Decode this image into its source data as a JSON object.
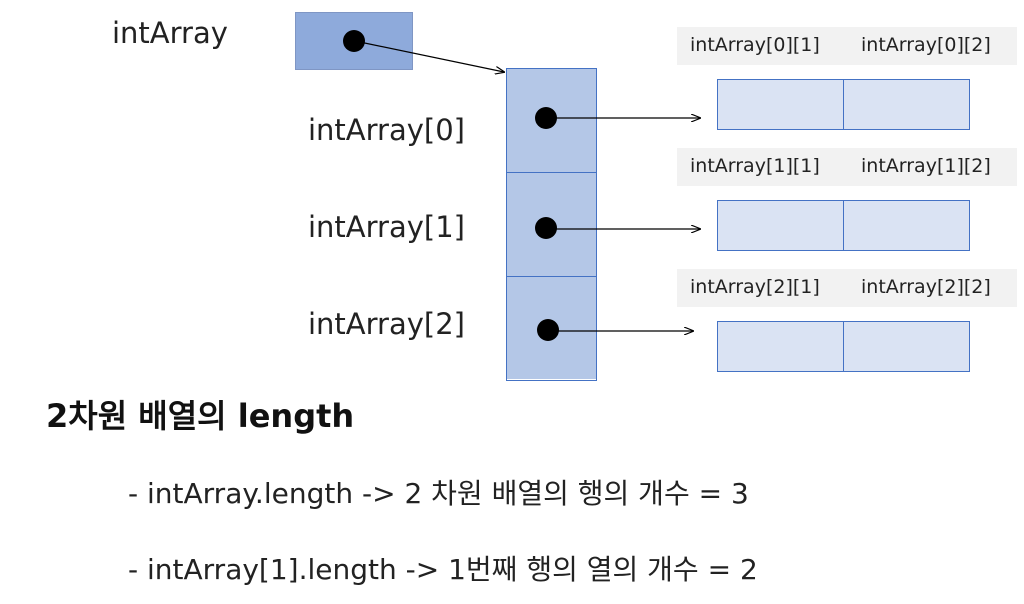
{
  "diagram": {
    "root_label": "intArray",
    "row_labels": [
      "intArray[0]",
      "intArray[1]",
      "intArray[2]"
    ],
    "element_headers": [
      [
        "intArray[0][1]",
        "intArray[0][2]"
      ],
      [
        "intArray[1][1]",
        "intArray[1][2]"
      ],
      [
        "intArray[2][1]",
        "intArray[2][2]"
      ]
    ],
    "colors": {
      "reference_box": "#8eaadb",
      "row_array": "#b4c7e7",
      "element_cells": "#dae3f3",
      "border": "#4472c4"
    }
  },
  "section": {
    "heading": "2차원 배열의 length",
    "bullets": [
      "- intArray.length -> 2 차원 배열의 행의 개수 = 3",
      "- intArray[1].length -> 1번째 행의 열의 개수 = 2"
    ]
  }
}
